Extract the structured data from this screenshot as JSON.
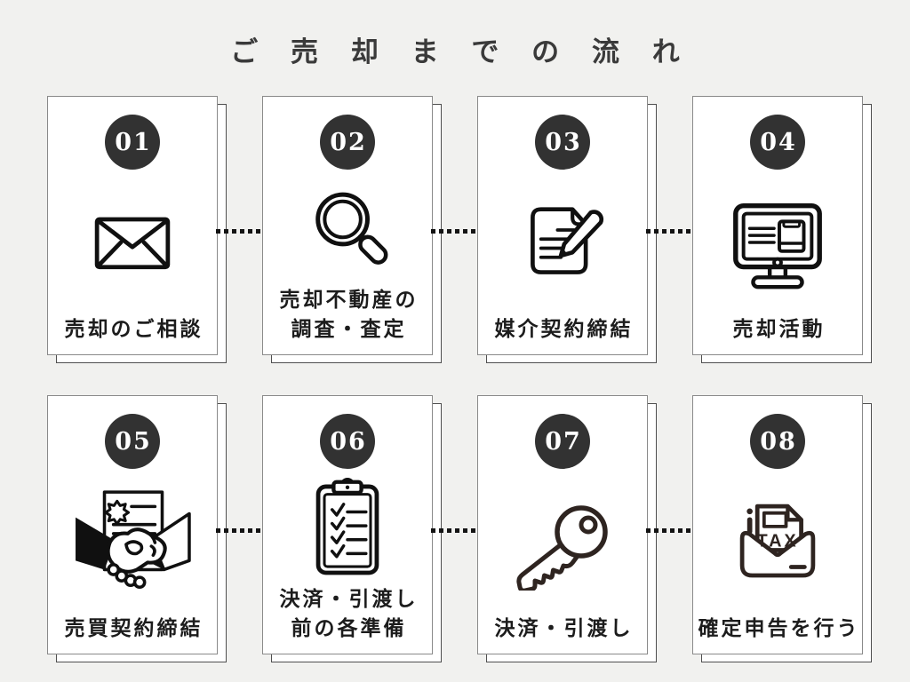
{
  "page": {
    "title": "ご 売 却 ま で の 流 れ"
  },
  "colors": {
    "page_bg": "#f1f1ef",
    "title_color": "#3a3a3a",
    "card_bg": "#ffffff",
    "card_border": "#8a8a8a",
    "shadow_card_border": "#4f4f4f",
    "badge_bg": "#323232",
    "badge_text": "#ffffff",
    "caption_color": "#1c1c1c",
    "connector_color": "#141414",
    "icon_stroke": "#101010",
    "icon_stroke_warm": "#2e2420"
  },
  "icons": {
    "tax_label": "TAX"
  },
  "steps": [
    {
      "number": "01",
      "icon": "envelope-icon",
      "label": "売却のご相談",
      "label_lines": [
        "売却のご相談"
      ]
    },
    {
      "number": "02",
      "icon": "magnifier-icon",
      "label": "売却不動産の調査・査定",
      "label_lines": [
        "売却不動産の",
        "調査・査定"
      ]
    },
    {
      "number": "03",
      "icon": "contract-pen-icon",
      "label": "媒介契約締結",
      "label_lines": [
        "媒介契約締結"
      ]
    },
    {
      "number": "04",
      "icon": "monitor-icon",
      "label": "売却活動",
      "label_lines": [
        "売却活動"
      ]
    },
    {
      "number": "05",
      "icon": "handshake-icon",
      "label": "売買契約締結",
      "label_lines": [
        "売買契約締結"
      ]
    },
    {
      "number": "06",
      "icon": "checklist-icon",
      "label": "決済・引渡し前の各準備",
      "label_lines": [
        "決済・引渡し",
        "前の各準備"
      ]
    },
    {
      "number": "07",
      "icon": "key-icon",
      "label": "決済・引渡し",
      "label_lines": [
        "決済・引渡し"
      ]
    },
    {
      "number": "08",
      "icon": "tax-envelope-icon",
      "label": "確定申告を行う",
      "label_lines": [
        "確定申告を行う"
      ]
    }
  ]
}
